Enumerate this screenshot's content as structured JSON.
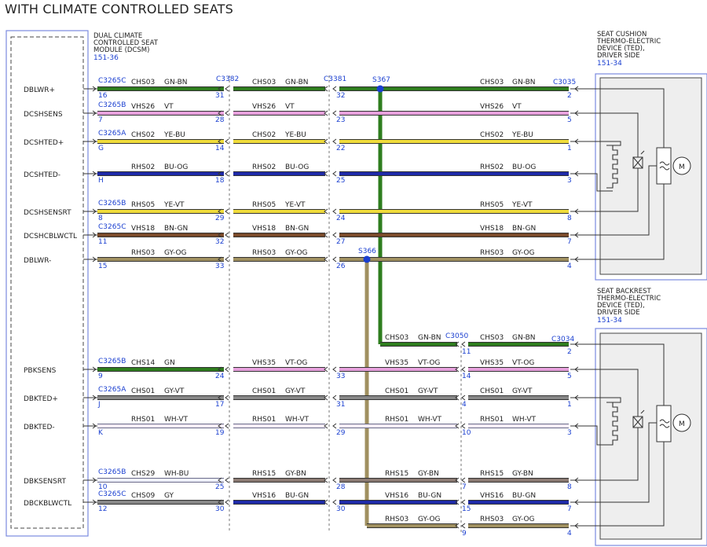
{
  "title": "WITH CLIMATE CONTROLLED SEATS",
  "module": {
    "lines": [
      "DUAL CLIMATE",
      "CONTROLLED SEAT",
      "MODULE (DCSM)"
    ],
    "ref": "151-36"
  },
  "devices": [
    {
      "lines": [
        "SEAT CUSHION",
        "THERMO-ELECTRIC",
        "DEVICE (TED),",
        "DRIVER SIDE"
      ],
      "ref": "151-34",
      "motor": "M"
    },
    {
      "lines": [
        "SEAT BACKREST",
        "THERMO-ELECTRIC",
        "DEVICE (TED),",
        "DRIVER SIDE"
      ],
      "ref": "151-34",
      "motor": "M"
    }
  ],
  "connectors": {
    "c3382": "C3382",
    "c3381": "C3381",
    "c3035": "C3035",
    "c3050": "C3050",
    "c3034": "C3034"
  },
  "splices": {
    "s367": "S367",
    "s366": "S366"
  },
  "colors": {
    "GN-BN": "#2e7d1e",
    "VT": "#e6a0dc",
    "YE-BU": "#f0dc3c",
    "BU-OG": "#1e2aa8",
    "YE-VT": "#f0dc3c",
    "BN-GN": "#7a4a2a",
    "GY-OG": "#a09060",
    "GN": "#2e7d1e",
    "VT-OG": "#e6a0dc",
    "GY-VT": "#888888",
    "WH-VT": "#f4ecf4",
    "WH-BU": "#eef0fa",
    "GY-BN": "#8a7a72",
    "GY": "#888888",
    "BU-GN": "#1e2aa8",
    "module_box": "#7a8ae0"
  },
  "rows": [
    {
      "signal": "DBLWR+",
      "conn": "C3265C",
      "p1": "16",
      "s1": {
        "circ": "CHS03",
        "col": "GN-BN"
      },
      "p2": "31",
      "s2": {
        "circ": "CHS03",
        "col": "GN-BN"
      },
      "p3": "32",
      "s3": {
        "circ": "",
        "col": "GN-BN"
      },
      "p4": "",
      "s4": {
        "circ": "CHS03",
        "col": "GN-BN"
      },
      "p5": "2"
    },
    {
      "signal": "DCSHSENS",
      "conn": "C3265B",
      "p1": "7",
      "s1": {
        "circ": "VHS26",
        "col": "VT"
      },
      "p2": "28",
      "s2": {
        "circ": "VHS26",
        "col": "VT"
      },
      "p3": "23",
      "s3": {
        "circ": "",
        "col": "VT"
      },
      "p4": "",
      "s4": {
        "circ": "VHS26",
        "col": "VT"
      },
      "p5": "5"
    },
    {
      "signal": "DCSHTED+",
      "conn": "C3265A",
      "p1": "G",
      "s1": {
        "circ": "CHS02",
        "col": "YE-BU"
      },
      "p2": "14",
      "s2": {
        "circ": "CHS02",
        "col": "YE-BU"
      },
      "p3": "22",
      "s3": {
        "circ": "",
        "col": "YE-BU"
      },
      "p4": "",
      "s4": {
        "circ": "CHS02",
        "col": "YE-BU"
      },
      "p5": "1"
    },
    {
      "signal": "DCSHTED-",
      "conn": "",
      "p1": "H",
      "s1": {
        "circ": "RHS02",
        "col": "BU-OG"
      },
      "p2": "18",
      "s2": {
        "circ": "RHS02",
        "col": "BU-OG"
      },
      "p3": "25",
      "s3": {
        "circ": "",
        "col": "BU-OG"
      },
      "p4": "",
      "s4": {
        "circ": "RHS02",
        "col": "BU-OG"
      },
      "p5": "3"
    },
    {
      "signal": "DCSHSENSRT",
      "conn": "C3265B",
      "p1": "8",
      "s1": {
        "circ": "RHS05",
        "col": "YE-VT"
      },
      "p2": "29",
      "s2": {
        "circ": "RHS05",
        "col": "YE-VT"
      },
      "p3": "24",
      "s3": {
        "circ": "",
        "col": "YE-VT"
      },
      "p4": "",
      "s4": {
        "circ": "RHS05",
        "col": "YE-VT"
      },
      "p5": "8"
    },
    {
      "signal": "DCSHCBLWCTL",
      "conn": "C3265C",
      "p1": "11",
      "s1": {
        "circ": "VHS18",
        "col": "BN-GN"
      },
      "p2": "32",
      "s2": {
        "circ": "VHS18",
        "col": "BN-GN"
      },
      "p3": "27",
      "s3": {
        "circ": "",
        "col": "BN-GN"
      },
      "p4": "",
      "s4": {
        "circ": "VHS18",
        "col": "BN-GN"
      },
      "p5": "7"
    },
    {
      "signal": "DBLWR-",
      "conn": "",
      "p1": "15",
      "s1": {
        "circ": "RHS03",
        "col": "GY-OG"
      },
      "p2": "33",
      "s2": {
        "circ": "RHS03",
        "col": "GY-OG"
      },
      "p3": "26",
      "s3": {
        "circ": "",
        "col": "GY-OG"
      },
      "p4": "",
      "s4": {
        "circ": "RHS03",
        "col": "GY-OG"
      },
      "p5": "4"
    },
    {
      "signal": "PBKSENS",
      "conn": "C3265B",
      "p1": "9",
      "s1": {
        "circ": "CHS14",
        "col": "GN"
      },
      "p2": "24",
      "s2": {
        "circ": "VHS35",
        "col": "VT-OG"
      },
      "p3": "33",
      "s3": {
        "circ": "VHS35",
        "col": "VT-OG"
      },
      "p4": "14",
      "s4": {
        "circ": "VHS35",
        "col": "VT-OG"
      },
      "p5": "5"
    },
    {
      "signal": "DBKTED+",
      "conn": "C3265A",
      "p1": "J",
      "s1": {
        "circ": "CHS01",
        "col": "GY-VT"
      },
      "p2": "17",
      "s2": {
        "circ": "CHS01",
        "col": "GY-VT"
      },
      "p3": "31",
      "s3": {
        "circ": "CHS01",
        "col": "GY-VT"
      },
      "p4": "4",
      "s4": {
        "circ": "CHS01",
        "col": "GY-VT"
      },
      "p5": "1"
    },
    {
      "signal": "DBKTED-",
      "conn": "",
      "p1": "K",
      "s1": {
        "circ": "RHS01",
        "col": "WH-VT"
      },
      "p2": "19",
      "s2": {
        "circ": "RHS01",
        "col": "WH-VT"
      },
      "p3": "29",
      "s3": {
        "circ": "RHS01",
        "col": "WH-VT"
      },
      "p4": "10",
      "s4": {
        "circ": "RHS01",
        "col": "WH-VT"
      },
      "p5": "3"
    },
    {
      "signal": "DBKSENSRT",
      "conn": "C3265B",
      "p1": "10",
      "s1": {
        "circ": "CHS29",
        "col": "WH-BU"
      },
      "p2": "25",
      "s2": {
        "circ": "RHS15",
        "col": "GY-BN"
      },
      "p3": "28",
      "s3": {
        "circ": "RHS15",
        "col": "GY-BN"
      },
      "p4": "7",
      "s4": {
        "circ": "RHS15",
        "col": "GY-BN"
      },
      "p5": "8"
    },
    {
      "signal": "DBCKBLWCTL",
      "conn": "C3265C",
      "p1": "12",
      "s1": {
        "circ": "CHS09",
        "col": "GY"
      },
      "p2": "30",
      "s2": {
        "circ": "VHS16",
        "col": "BU-GN"
      },
      "p3": "30",
      "s3": {
        "circ": "VHS16",
        "col": "BU-GN"
      },
      "p4": "15",
      "s4": {
        "circ": "VHS16",
        "col": "BU-GN"
      },
      "p5": "7"
    }
  ],
  "branches": {
    "gnbn": {
      "s4": {
        "circ": "CHS03",
        "col": "GN-BN"
      },
      "p4": "11",
      "s5": {
        "circ": "CHS03",
        "col": "GN-BN"
      },
      "p5": "2"
    },
    "gyog": {
      "s4": {
        "circ": "RHS03",
        "col": "GY-OG"
      },
      "p4": "9",
      "s5": {
        "circ": "RHS03",
        "col": "GY-OG"
      },
      "p5": "4"
    }
  }
}
